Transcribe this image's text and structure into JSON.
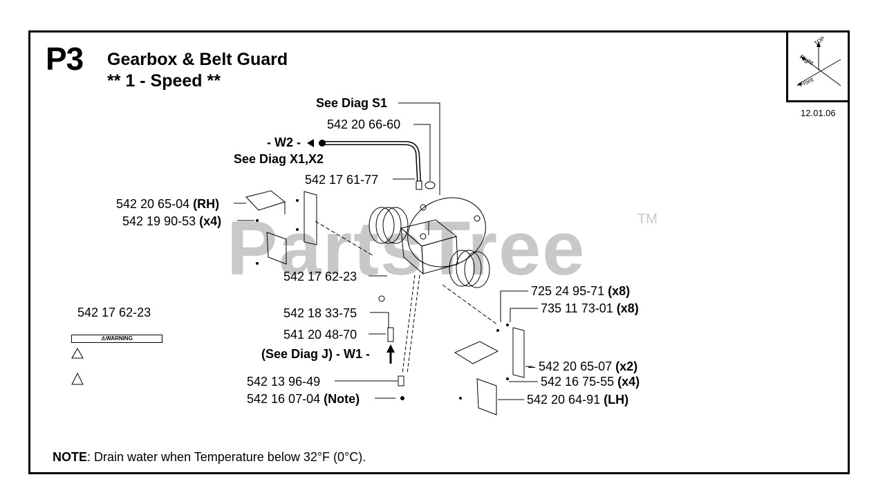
{
  "header": {
    "page_id": "P3",
    "title": "Gearbox & Belt Guard",
    "subtitle": "** 1 - Speed **"
  },
  "orientation": {
    "top": "TOP",
    "right": "Right",
    "front": "Front",
    "date": "12.01.06"
  },
  "watermark": {
    "text": "PartsTree",
    "tm": "TM"
  },
  "labels": {
    "see_diag_s1": "See Diag S1",
    "p_542_20_66_60": "542 20 66-60",
    "w2": "- W2 -",
    "see_diag_x1x2": "See Diag X1,X2",
    "p_542_17_61_77": "542 17 61-77",
    "p_542_20_65_04": "542 20 65-04",
    "p_542_20_65_04_suffix": "(RH)",
    "p_542_19_90_53": "542 19 90-53",
    "p_542_19_90_53_suffix": "(x4)",
    "p_542_17_62_23": "542 17 62-23",
    "p_542_18_33_75": "542 18 33-75",
    "p_541_20_48_70": "541 20 48-70",
    "see_diag_j_w1": "(See Diag J) - W1 -",
    "p_542_13_96_49": "542 13 96-49",
    "p_542_16_07_04": "542 16 07-04",
    "p_542_16_07_04_suffix": "(Note)",
    "p_725_24_95_71": "725 24 95-71",
    "p_725_24_95_71_suffix": "(x8)",
    "p_735_11_73_01": "735 11 73-01",
    "p_735_11_73_01_suffix": "(x8)",
    "p_542_20_65_07": "542 20 65-07",
    "p_542_20_65_07_suffix": "(x2)",
    "p_542_16_75_55": "542 16 75-55",
    "p_542_16_75_55_suffix": "(x4)",
    "p_542_20_64_91": "542 20 64-91",
    "p_542_20_64_91_suffix": "(LH)"
  },
  "decal": {
    "part": "542 17 62-23",
    "warning": "WARNING"
  },
  "note": {
    "label": "NOTE",
    "text": ": Drain water when Temperature below 32°F (0°C)."
  }
}
